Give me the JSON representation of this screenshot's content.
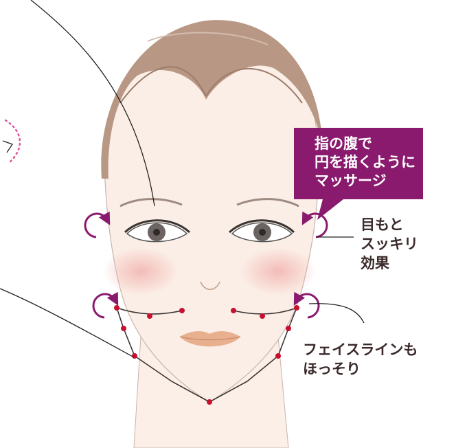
{
  "callout": {
    "lines": [
      "指の腹で",
      "円を描くように",
      "マッサージ"
    ],
    "color": "#8a1a6e"
  },
  "eye_label": {
    "lines": [
      "目もと",
      "スッキリ",
      "効果"
    ]
  },
  "face_label": {
    "lines": [
      "フェイスラインも",
      "ほっそり"
    ]
  },
  "colors": {
    "hair": "#b89884",
    "skin": "#fbeee6",
    "accent_purple": "#8a1a6e",
    "point_red": "#c8102e",
    "dotted_pink": "#e0559a"
  }
}
